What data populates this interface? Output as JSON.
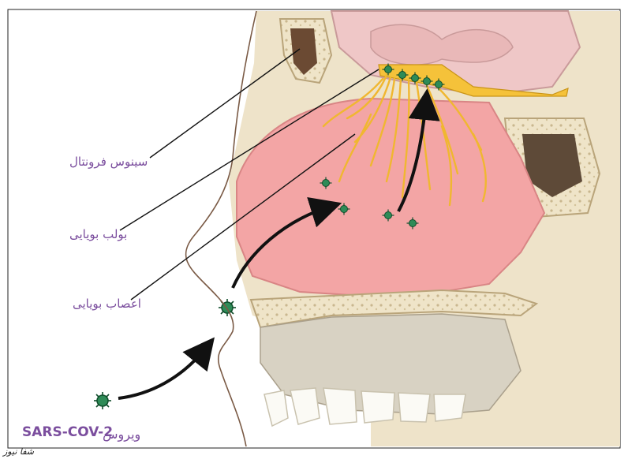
{
  "labels": {
    "frontal_sinus": "سینوس فرونتال",
    "olfactory_bulb": "بولب بویایی",
    "olfactory_nerves": "اعصاب بویایی",
    "virus_prefix": "ویروس",
    "virus_name": "SARS-COV-2"
  },
  "watermark": "شفا نیوز",
  "colors": {
    "label_text": "#7b4e9e",
    "virus": "#2e8b57",
    "nerve": "#f0b730",
    "nasal_cavity": "#f3a5a5",
    "bone": "#eee3c9",
    "arrow": "#111111"
  }
}
